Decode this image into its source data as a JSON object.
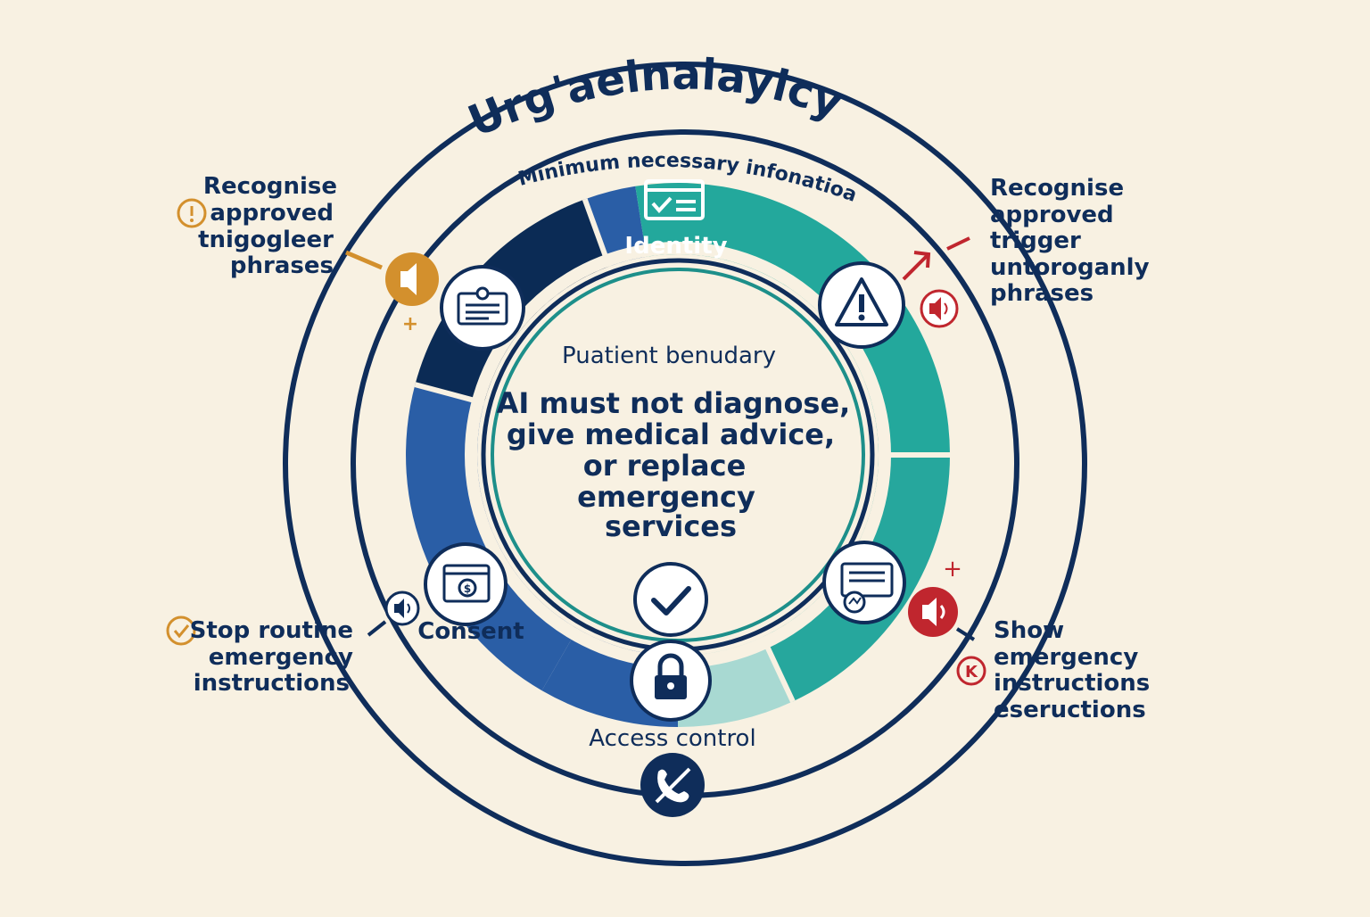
{
  "title": "Urg'aeinalayicy",
  "arc_label": "Minimum necessary infonatioa",
  "center": {
    "heading": "Puatient benudary",
    "lines": [
      "AI must not diagnose,",
      "give medical advice,",
      "or replace",
      "emergency",
      "services"
    ]
  },
  "segments": {
    "identity": "Identity",
    "consent": "Consent",
    "access": "Access control"
  },
  "callouts": {
    "top_left": [
      "Recognise",
      "approved",
      "tnigogleer",
      "phrases"
    ],
    "top_right": [
      "Recognise",
      "approved",
      "trigger",
      "untoroganly",
      "phrases"
    ],
    "bottom_left": [
      "Stop routine",
      "emergency",
      "instructions"
    ],
    "bottom_right": [
      "Show",
      "emergency",
      "instructions",
      "eseructions"
    ]
  },
  "colors": {
    "navy": "#0f2d5a",
    "blue": "#2a5ea6",
    "dark_navy": "#0b2b55",
    "teal": "#23a89c",
    "light_teal": "#a8d9d2",
    "orange": "#d3902d",
    "red": "#c0262e",
    "background": "#f8f1e2"
  },
  "icons": [
    "alert-icon",
    "speaker-icon",
    "id-card-icon",
    "checklist-icon",
    "warning-icon",
    "payment-window-icon",
    "check-icon",
    "lock-icon",
    "chat-document-icon",
    "phone-off-icon",
    "check-circle-icon",
    "k-circle-icon",
    "plus-icon"
  ]
}
